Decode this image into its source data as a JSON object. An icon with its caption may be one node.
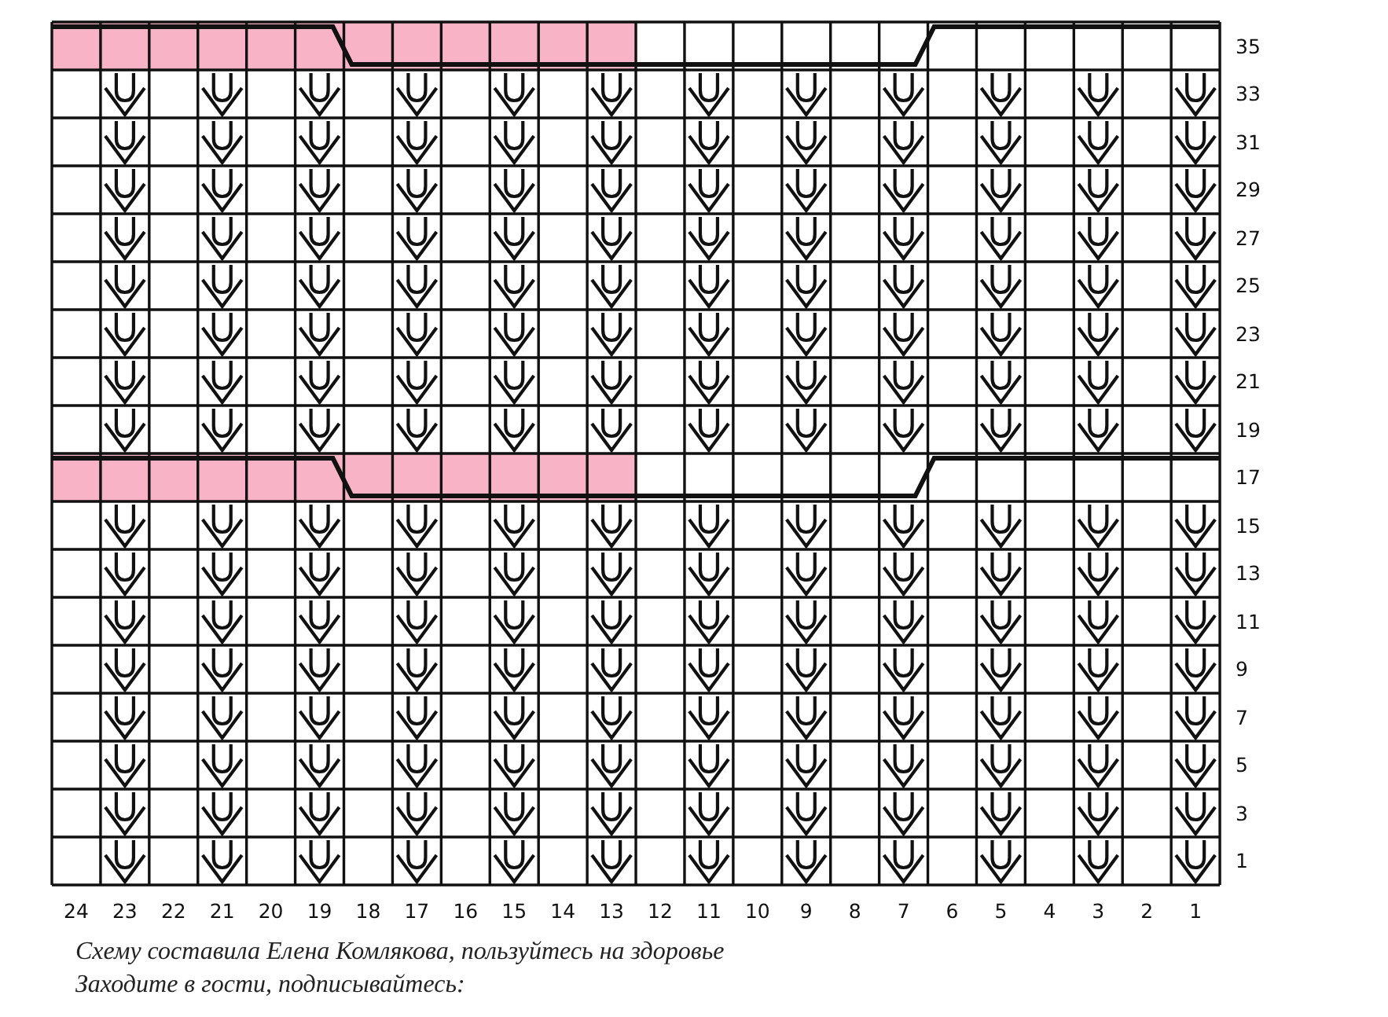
{
  "diagram": {
    "labels": [
      "35",
      "33",
      "31",
      "29",
      "27",
      "25",
      "23",
      "21",
      "19",
      "17",
      "15",
      "13",
      "11",
      "9",
      "7",
      "5",
      "3",
      "1",
      "24",
      "23",
      "22",
      "21",
      "20",
      "19",
      "18",
      "17",
      "16",
      "15",
      "14",
      "13",
      "12",
      "11",
      "10",
      "9",
      "8",
      "7",
      "6",
      "5",
      "4",
      "3",
      "2",
      "1",
      "Схему составила Елена Комлякова, пользуйтесь на здоровье",
      "Заходите в гости, подписывайтесь:"
    ]
  }
}
